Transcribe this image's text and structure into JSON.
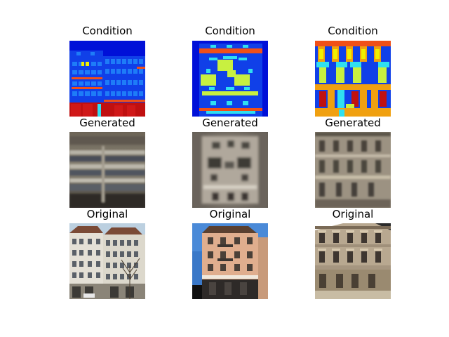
{
  "figure": {
    "rows": [
      {
        "row": "condition",
        "labels": [
          "Condition",
          "Condition",
          "Condition"
        ]
      },
      {
        "row": "generated",
        "labels": [
          "Generated",
          "Generated",
          "Generated"
        ]
      },
      {
        "row": "original",
        "labels": [
          "Original",
          "Original",
          "Original"
        ]
      }
    ]
  },
  "colors": {
    "label_blue": "#0010d8",
    "window_blue": "#1e7cf8",
    "cyan": "#30e0f0",
    "yellow_green": "#c8f040",
    "orange_red": "#f05018",
    "dark_red": "#c01010",
    "orange": "#f0a010",
    "yellow": "#f0f000"
  }
}
